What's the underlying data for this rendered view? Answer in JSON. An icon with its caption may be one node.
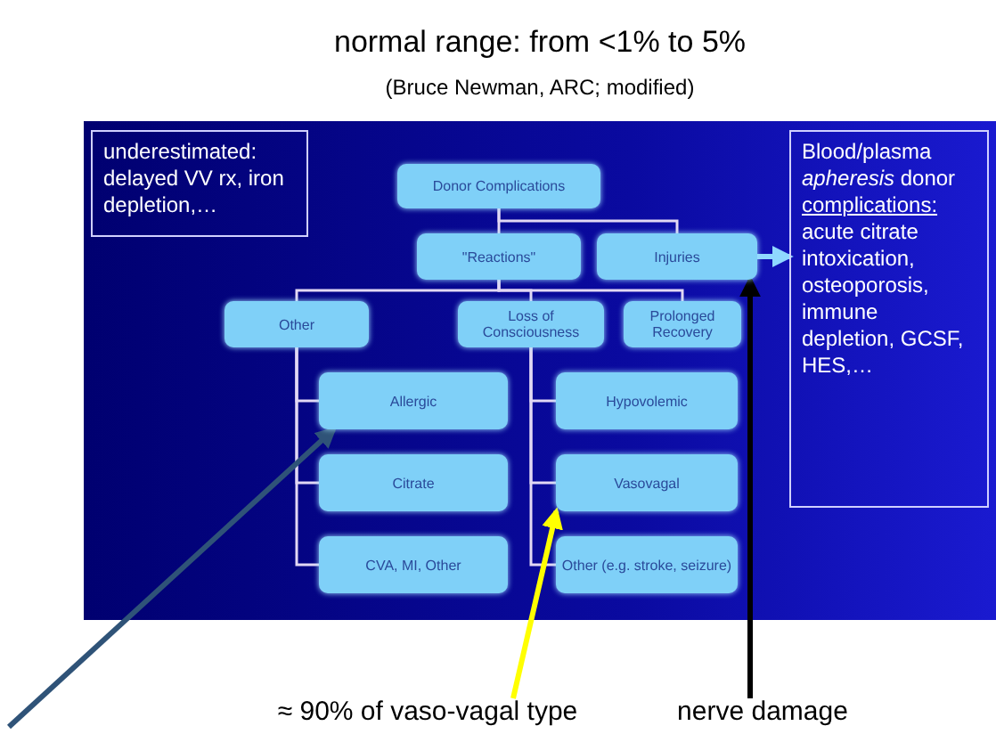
{
  "diagram": {
    "title": "normal range: from <1% to 5%",
    "nodes": [
      {
        "text": [
          "underestimated: delayed VV rx, iron depletion,…"
        ]
      },
      {
        "text": [
          "Donor Complications"
        ]
      },
      {
        "text": [
          "\"Reactions\""
        ]
      },
      {
        "text": [
          "Injuries"
        ]
      },
      {
        "text": [
          "Other"
        ]
      },
      {
        "text": [
          "Loss of Consciousness"
        ]
      },
      {
        "text": [
          "Prolonged Recovery"
        ]
      },
      {
        "text": [
          "Allergic"
        ]
      },
      {
        "text": [
          "Citrate"
        ]
      },
      {
        "text": [
          "CVA, MI, Other"
        ]
      },
      {
        "text": [
          "Hypovolemic"
        ]
      },
      {
        "text": [
          "Vasovagal"
        ]
      },
      {
        "text": [
          "Other (e.g. stroke, seizure)"
        ]
      },
      {
        "text": [
          "Blood/plasma *apheresis* donor",
          "complications:",
          "acute citrate intoxication, osteoporosis, immune depletion, GCSF, HES,…"
        ]
      },
      {
        "text": [
          "≈ 90% of vaso-vagal type"
        ]
      },
      {
        "text": [
          "nerve damage"
        ]
      }
    ],
    "edges": [
      {
        "from": 1,
        "to": 2,
        "arrow": "none"
      },
      {
        "from": 1,
        "to": 3,
        "arrow": "none"
      },
      {
        "from": 2,
        "to": 4,
        "arrow": "none"
      },
      {
        "from": 2,
        "to": 5,
        "arrow": "none"
      },
      {
        "from": 2,
        "to": 6,
        "arrow": "none"
      },
      {
        "from": 4,
        "to": 7,
        "arrow": "none"
      },
      {
        "from": 4,
        "to": 8,
        "arrow": "none"
      },
      {
        "from": 4,
        "to": 9,
        "arrow": "none"
      },
      {
        "from": 5,
        "to": 10,
        "arrow": "none"
      },
      {
        "from": 5,
        "to": 11,
        "arrow": "none"
      },
      {
        "from": 5,
        "to": 12,
        "arrow": "none"
      },
      {
        "from": 3,
        "to": 13,
        "arrow": "to",
        "style": "thick",
        "color": "#8fd8ff"
      },
      {
        "from": null,
        "to": 7,
        "arrow": "to",
        "style": "thick",
        "color": "#2f5378"
      },
      {
        "from": 14,
        "to": 11,
        "arrow": "to",
        "style": "thick",
        "color": "#ffff00"
      },
      {
        "from": 15,
        "to": 3,
        "arrow": "to",
        "style": "thick",
        "color": "#000000"
      }
    ],
    "labels": [
      "(Bruce Newman, ARC; modified)"
    ]
  }
}
